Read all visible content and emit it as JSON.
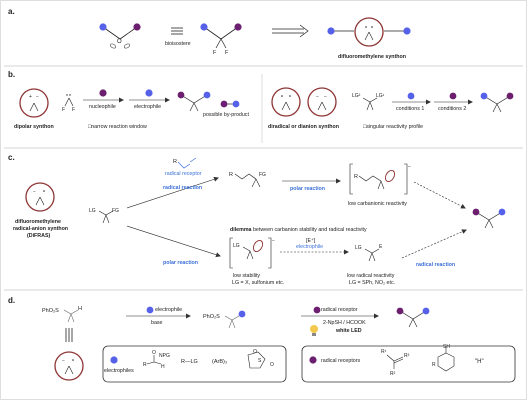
{
  "colors": {
    "blue": "#5561e8",
    "purple": "#6b1f6e",
    "ring": "#8e3434",
    "text_blue": "#3b6fd8",
    "frame": "#c8c8c8"
  },
  "panel_a": {
    "label": "a.",
    "caption_bioisostere": "bioisostere",
    "caption_synthon": "difluoromethylene synthon",
    "atom_o": "O",
    "atom_f": "F"
  },
  "panel_b": {
    "label": "b.",
    "dipolar": {
      "title": "dipolar synthon",
      "arrow1": "nucleophile",
      "arrow2": "electrophile",
      "byproduct": "possible by-product",
      "note": "□narrow reaction window"
    },
    "diradical": {
      "title": "diradical or dianion synthon",
      "lg1": "LG¹",
      "lg2": "LG²",
      "cond1": "conditions 1",
      "cond2": "conditions 2",
      "note": "□singular reactivity profile"
    }
  },
  "panel_c": {
    "label": "c.",
    "synthon_name_1": "difluoromethylene",
    "synthon_name_2": "radical-anion synthon",
    "synthon_abbr": "(DiFRAS)",
    "lg": "LG",
    "fg": "FG",
    "r": "R",
    "e": "E",
    "radical_receptor": "radical receptor",
    "radical_reaction": "radical reaction",
    "polar_reaction": "polar reaction",
    "low_carbanionic": "low carbanionic reactivity",
    "dilemma_bold": "dilemma",
    "dilemma_rest": "between carbanion stability and radical reactivity",
    "e_plus": "[E⁺]",
    "electrophile": "electrophile",
    "low_stability": "low stability",
    "lg_eq_1": "LG = X, sulfonium etc.",
    "low_radical": "low radical reactivity",
    "lg_eq_2": "LG = SPh, NO₂ etc.",
    "charge_minus": "−"
  },
  "panel_d": {
    "label": "d.",
    "reagent": "PhO₂S",
    "h": "H",
    "electrophile": "electrophile",
    "base": "base",
    "radical_receptor": "radical receptor",
    "conditions_1": "2-NpSH / HCOOK",
    "conditions_2": "white LED",
    "box1": {
      "legend": "electrophiles",
      "items": [
        "O",
        "NPG",
        "R",
        "H",
        "R—LG",
        "(ArB)₃",
        "O",
        "S",
        "O"
      ]
    },
    "box2": {
      "legend": "radical receptors",
      "items": [
        "R¹",
        "R³",
        "R²",
        "SH",
        "R",
        "\"H\""
      ]
    }
  }
}
